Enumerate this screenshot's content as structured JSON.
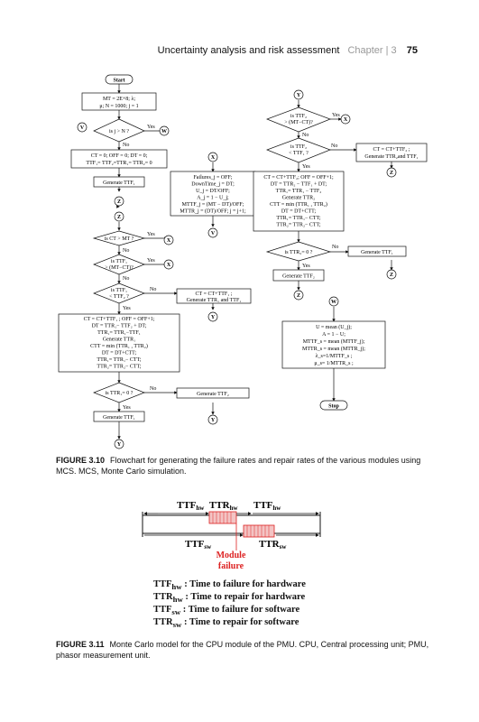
{
  "header": {
    "title": "Uncertainty analysis and risk assessment",
    "chapter": "Chapter | 3",
    "page": "75"
  },
  "flow": {
    "start": "Start",
    "init1": "MT = 2E+8; λ;",
    "init2": "μ; N = 1000; j = 1",
    "q_j": "is j > N ?",
    "init3": "CT = 0; OFF = 0; DT = 0;",
    "init4": "TTF₁= TTF₂=TTR₁= TTR₂= 0",
    "gen_ttf1": "Generate TTF₁",
    "q_ct": "is CT > MT ?",
    "q_ttf1a": "is  TTF₁",
    "q_ttf1b": "> (MT−CT)?",
    "q_ttf1c": "is  TTF₁",
    "q_ttf1d": "< TTF₂ ?",
    "blk_left": [
      "CT = CT+TTF₁ ; OFF = OFF+1;",
      "DT = TTR₁− TTF₂ + DT;",
      "TTR₁= TTR₁−TTF₁",
      "Generate TTR₁",
      "CTT = min (TTR₁ , TTR₂)",
      "DT = DT+CTT;",
      "TTR₁= TTR₁− CTT;",
      "TTR₂= TTR₂− CTT;"
    ],
    "q_ttr1": "is  TTR₁= 0 ?",
    "gen_ttf1_b": "Generate TTF₁",
    "blk_mid1": [
      "CT = CT+TTF₁ ;",
      "Generate TTR₁ and TTF₁"
    ],
    "gen_ttf2_mid": "Generate TTF₂",
    "blk_fail": [
      "Failures_j = OFF;",
      "DownTime_j = DT;",
      "U_j = DT/OFF;",
      "A_j = 1 − U_j;",
      "MTTF_j = (MT − DT)/OFF;",
      "MTTR_j = (DT)/OFF; j = j+1;"
    ],
    "q_ttf2a": "is  TTF₂",
    "q_ttf2b": "> (MT−CT)?",
    "q_ttf2c": "is  TTF₂",
    "q_ttf2d": "< TTF₁ ?",
    "blk_right1": [
      "CT = CT+TTF₂ ;",
      "Generate TTR₂and TTF₁"
    ],
    "blk_right2": [
      "CT = CT+TTF₂; OFF = OFF+1;",
      "DT = TTR₂ − TTF₁ + DT;",
      "TTR₁= TTR₁ − TTF₂",
      "Generate TTR₂",
      "CTT = min (TTR₁ , TTR₂)",
      "DT = DT+CTT;",
      "TTR₁= TTR₁− CTT;",
      "TTR₂= TTR₂− CTT;"
    ],
    "q_ttr2": "is  TTR₂= 0 ?",
    "gen_ttf1_r": "Generate TTF₁",
    "gen_ttf2_r": "Generate TTF₂",
    "blk_result": [
      "U = mean (U_j);",
      "A = 1 − U;",
      "MTTF_s = mean (MTTF_j);",
      "MTTR_s = mean (MTTR_j);",
      "λ_s=1/MTTF_s ;",
      "μ_s= 1/MTTR_s ;"
    ],
    "stop": "Stop",
    "yes": "Yes",
    "no": "No",
    "c_V": "V",
    "c_W": "W",
    "c_X": "X",
    "c_Y": "Y",
    "c_Z": "Z"
  },
  "caption1": {
    "label": "FIGURE 3.10",
    "text": "Flowchart for generating the failure rates and repair rates of the various modules using MCS. MCS, Monte Carlo simulation."
  },
  "timeline": {
    "ttf_hw": "TTF",
    "ttr_hw": "TTR",
    "ttf_hw2": "TTF",
    "sub_hw": "hw",
    "ttf_sw": "TTF",
    "ttr_sw": "TTR",
    "sub_sw": "sw",
    "module_failure_1": "Module",
    "module_failure_2": "failure",
    "accent": "#d22"
  },
  "legend": [
    {
      "abbr": "TTF",
      "sub": "hw",
      "text": ": Time to failure for hardware"
    },
    {
      "abbr": "TTR",
      "sub": "hw",
      "text": ": Time to repair for hardware"
    },
    {
      "abbr": "TTF",
      "sub": "sw",
      "text": ": Time to failure for software"
    },
    {
      "abbr": "TTR",
      "sub": "sw",
      "text": ": Time to repair for software"
    }
  ],
  "caption2": {
    "label": "FIGURE 3.11",
    "text": "Monte Carlo model for the CPU module of the PMU. CPU, Central processing unit; PMU, phasor measurement unit."
  }
}
